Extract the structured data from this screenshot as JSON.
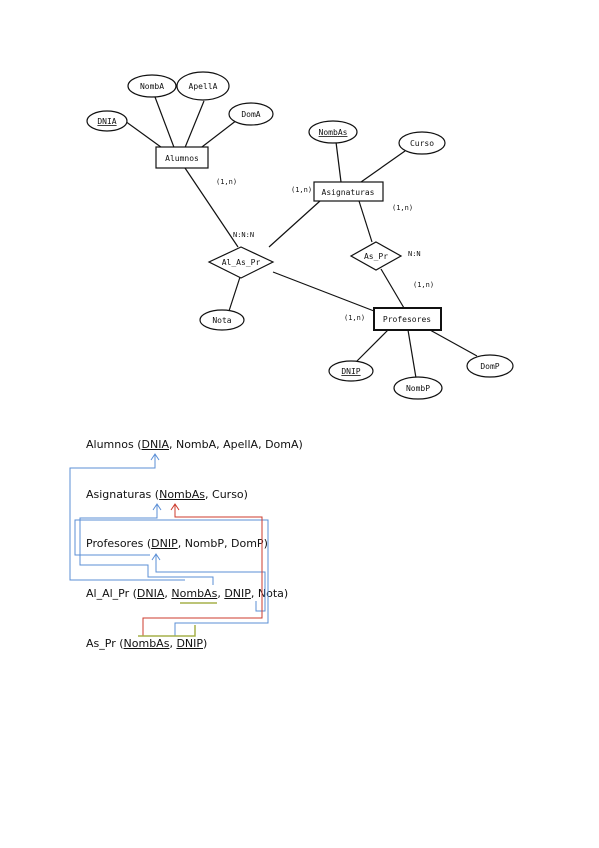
{
  "er": {
    "entities": {
      "alumnos": "Alumnos",
      "asignaturas": "Asignaturas",
      "profesores": "Profesores"
    },
    "relationships": {
      "al_as_pr": "Al_As_Pr",
      "as_pr": "As_Pr"
    },
    "attributes": {
      "dnia": "DNIA",
      "nomba": "NombA",
      "apella": "ApellA",
      "doma": "DomA",
      "nombas": "NombAs",
      "curso": "Curso",
      "nota": "Nota",
      "dnip": "DNIP",
      "nombp": "NombP",
      "domp": "DomP"
    },
    "cardinalities": {
      "alumnos": "(1,n)",
      "asignaturas_left": "(1,n)",
      "asignaturas_right": "(1,n)",
      "profesores_left": "(1,n)",
      "profesores_top": "(1,n)",
      "al_as_pr_type": "N:N:N",
      "as_pr_type": "N:N"
    }
  },
  "relational": [
    {
      "name": "Alumnos",
      "fields": [
        {
          "text": "DNIA",
          "pk": true,
          "sep": ", "
        },
        {
          "text": "NombA",
          "pk": false,
          "sep": ", "
        },
        {
          "text": "ApellA",
          "pk": false,
          "sep": ", "
        },
        {
          "text": "DomA",
          "pk": false,
          "sep": ""
        }
      ]
    },
    {
      "name": "Asignaturas",
      "fields": [
        {
          "text": "NombAs",
          "pk": true,
          "sep": ", "
        },
        {
          "text": "Curso",
          "pk": false,
          "sep": ""
        }
      ]
    },
    {
      "name": "Profesores",
      "fields": [
        {
          "text": "DNIP",
          "pk": true,
          "sep": ", "
        },
        {
          "text": "NombP",
          "pk": false,
          "sep": ", "
        },
        {
          "text": "DomP",
          "pk": false,
          "sep": ""
        }
      ]
    },
    {
      "name": "Al_Al_Pr",
      "fields": [
        {
          "text": "DNIA",
          "pk": true,
          "sep": ", "
        },
        {
          "text": "NombAs",
          "pk": true,
          "sep": ", "
        },
        {
          "text": "DNIP",
          "pk": true,
          "sep": ", "
        },
        {
          "text": "Nota",
          "pk": false,
          "sep": ""
        }
      ]
    },
    {
      "name": "As_Pr",
      "fields": [
        {
          "text": "NombAs",
          "pk": true,
          "sep": ", "
        },
        {
          "text": "DNIP",
          "pk": true,
          "sep": ""
        }
      ]
    }
  ],
  "colors": {
    "blue": "#5b8fd6",
    "red": "#cc3b2e",
    "olive": "#a5b04a"
  }
}
